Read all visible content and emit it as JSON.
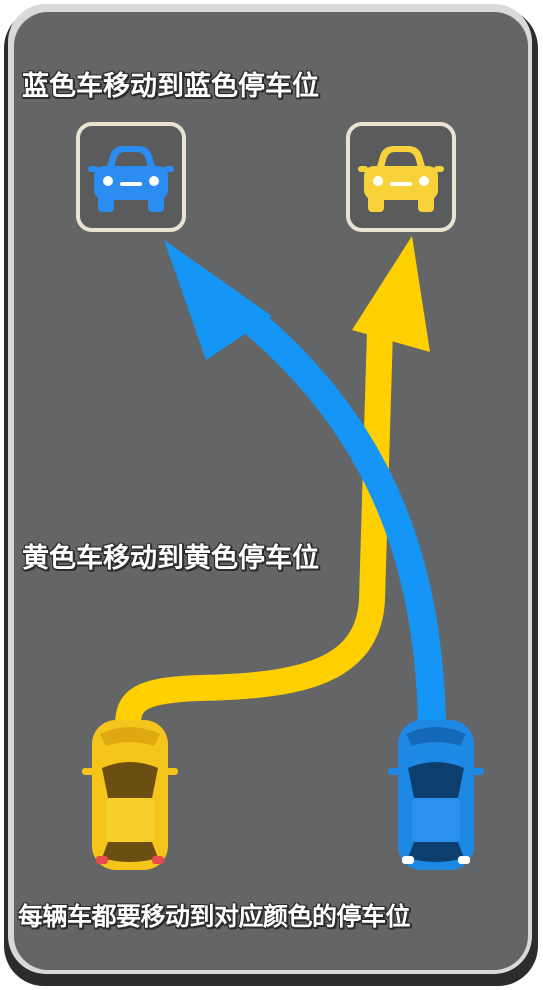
{
  "instructions": {
    "blue_goal": "蓝色车移动到蓝色停车位",
    "yellow_goal": "黄色车移动到黄色停车位",
    "hint": "每辆车都要移动到对应颜色的停车位"
  },
  "parking_spots": [
    {
      "color": "blue",
      "icon": "blue-car-front-icon",
      "hex": "#2b8cf2"
    },
    {
      "color": "yellow",
      "icon": "yellow-car-front-icon",
      "hex": "#f7d23a"
    }
  ],
  "cars": [
    {
      "color": "yellow",
      "hex": "#f5c51b"
    },
    {
      "color": "blue",
      "hex": "#1e88e5"
    }
  ],
  "paths": [
    {
      "from": "yellow-car",
      "to": "yellow-spot",
      "hex": "#ffd000"
    },
    {
      "from": "blue-car",
      "to": "blue-spot",
      "hex": "#1595f5"
    }
  ],
  "colors": {
    "board": "#646566",
    "frame": "#d9d9d9",
    "slot_border": "#e9e4d2"
  }
}
